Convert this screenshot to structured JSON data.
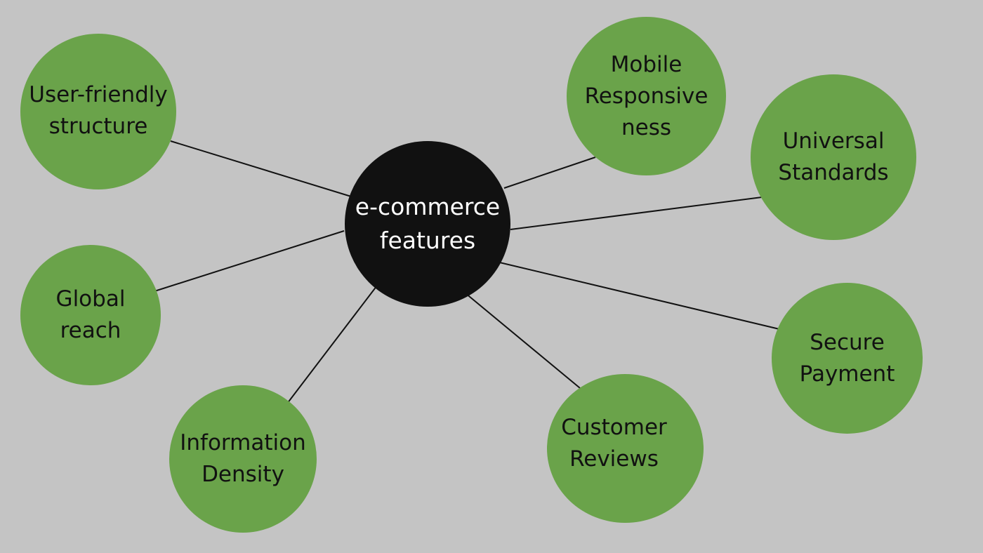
{
  "hub": {
    "label": "e-commerce\nfeatures"
  },
  "features": {
    "user_friendly": "User-friendly\nstructure",
    "mobile": "Mobile\nResponsive\nness",
    "universal": "Universal\nStandards",
    "global": "Global\nreach",
    "information": "Information\nDensity",
    "customer": "Customer\nReviews",
    "secure": "Secure\nPayment"
  },
  "colors": {
    "background": "#c4c4c4",
    "hub": "#111111",
    "feature": "#6aa34a",
    "connector": "#111111"
  }
}
